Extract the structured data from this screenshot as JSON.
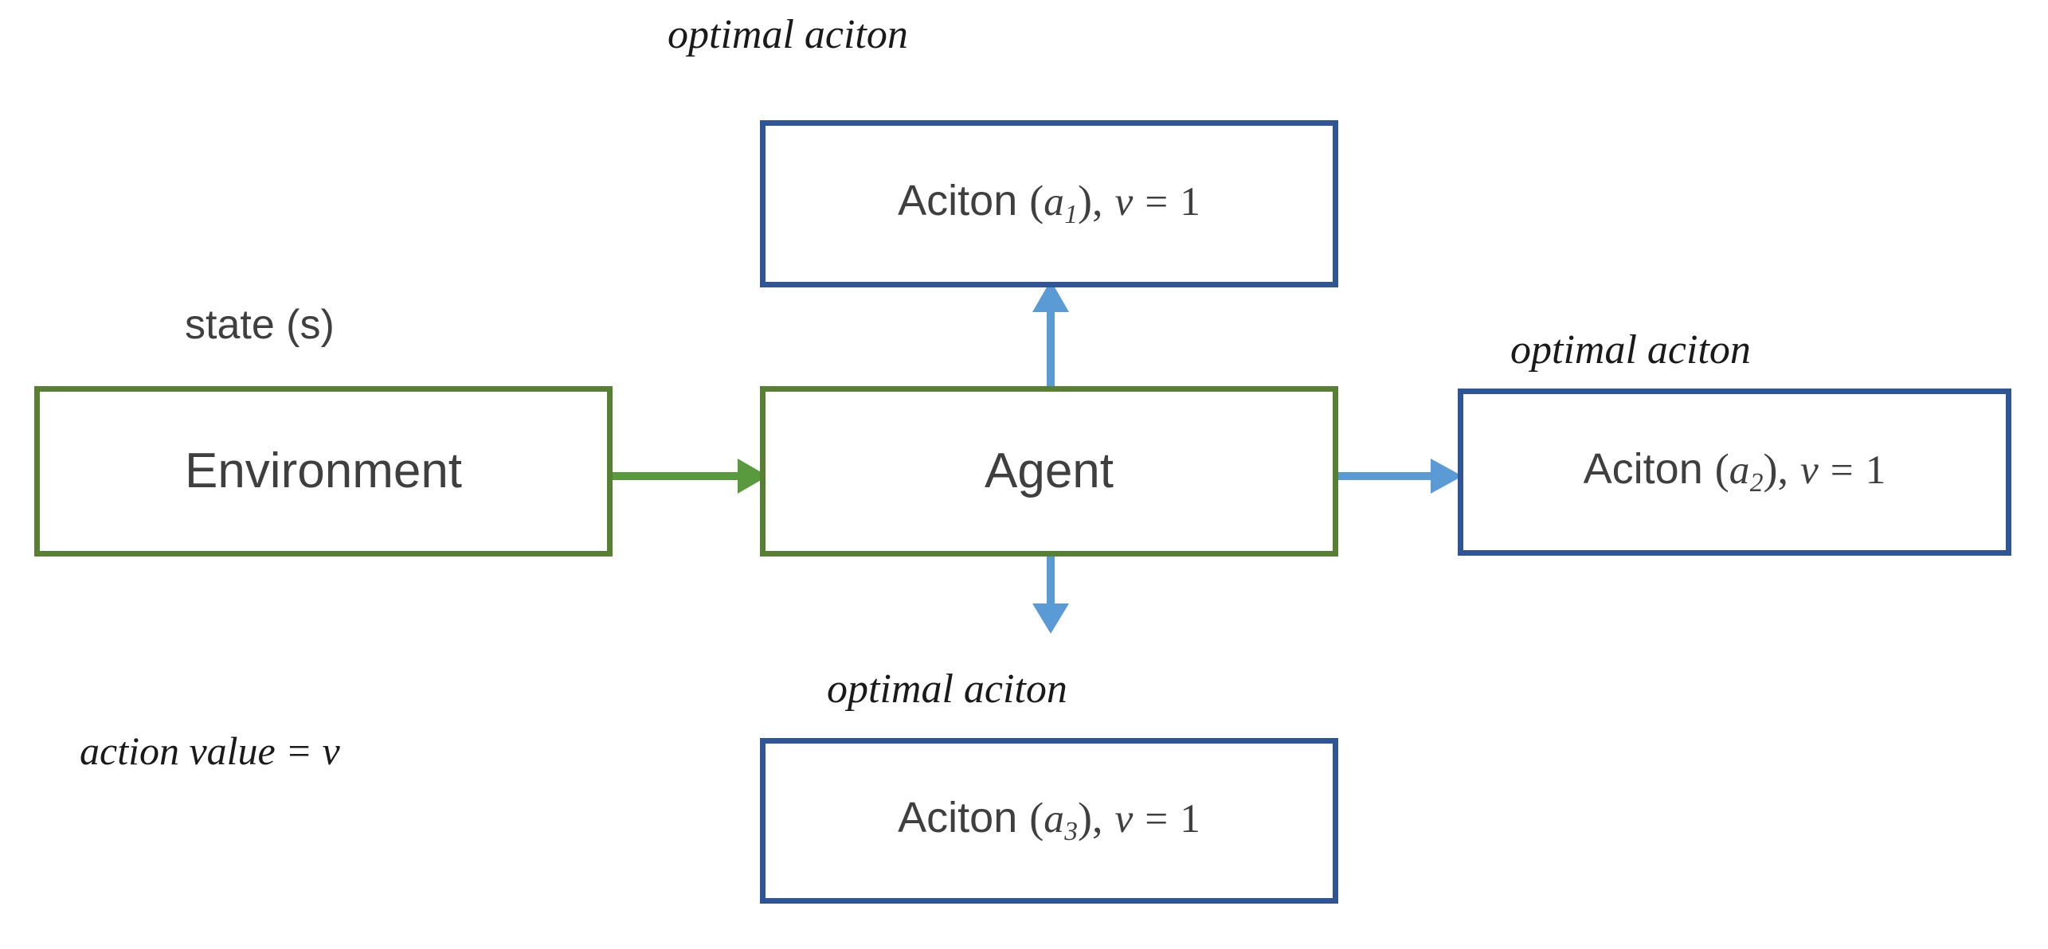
{
  "diagram": {
    "title": "Reinforcement learning agent-environment action value diagram",
    "colors": {
      "green_border": "#588033",
      "blue_border": "#2f5597",
      "green_arrow": "#599a3e",
      "blue_arrow": "#5b9bd5",
      "text": "#3f3f3f",
      "caption_text": "#1a1a1a",
      "background": "#ffffff"
    },
    "nodes": {
      "environment": {
        "label": "Environment",
        "caption": "state (s)",
        "border_color": "#588033"
      },
      "agent": {
        "label": "Agent",
        "border_color": "#588033"
      },
      "action_top": {
        "caption": "optimal aciton",
        "text_prefix": "Aciton",
        "symbol_open": "(",
        "symbol_var": "a",
        "symbol_sub": "1",
        "symbol_close": ")",
        "comma": ",",
        "value_var": "v",
        "equals": "=",
        "value": "1",
        "border_color": "#2f5597"
      },
      "action_right": {
        "caption": "optimal aciton",
        "text_prefix": "Aciton",
        "symbol_open": "(",
        "symbol_var": "a",
        "symbol_sub": "2",
        "symbol_close": ")",
        "comma": ",",
        "value_var": "v",
        "equals": "=",
        "value": "1",
        "border_color": "#2f5597"
      },
      "action_bottom": {
        "caption": "optimal aciton",
        "text_prefix": "Aciton",
        "symbol_open": "(",
        "symbol_var": "a",
        "symbol_sub": "3",
        "symbol_close": ")",
        "comma": ",",
        "value_var": "v",
        "equals": "=",
        "value": "1",
        "border_color": "#2f5597"
      }
    },
    "legend": {
      "action_value_note": "action value = v"
    },
    "edges": [
      {
        "name": "environment-to-agent",
        "color": "#599a3e",
        "direction": "right"
      },
      {
        "name": "agent-to-action-top",
        "color": "#5b9bd5",
        "direction": "up"
      },
      {
        "name": "agent-to-action-right",
        "color": "#5b9bd5",
        "direction": "right"
      },
      {
        "name": "agent-to-action-bottom",
        "color": "#5b9bd5",
        "direction": "down"
      }
    ]
  }
}
